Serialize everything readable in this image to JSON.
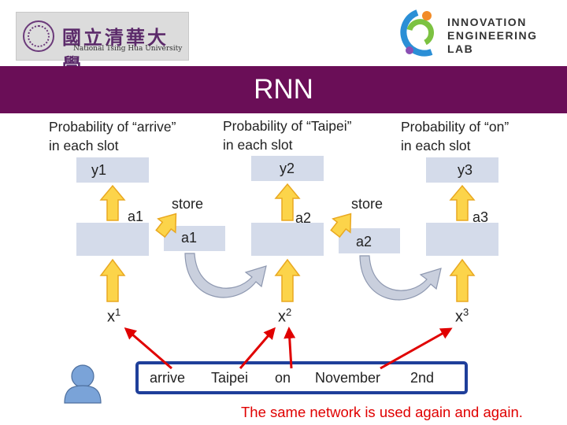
{
  "header": {
    "university_name_cn": "國立清華大學",
    "university_name_en": "National Tsing Hua University",
    "lab_name": [
      "INNOVATION",
      "ENGINEERING",
      "LAB"
    ],
    "title": "RNN"
  },
  "captions": {
    "slot1": [
      "Probability of “arrive”",
      "in each slot"
    ],
    "slot2": [
      "Probability of “Taipei”",
      "in each slot"
    ],
    "slot3": [
      "Probability of “on”",
      "in each slot"
    ]
  },
  "outputs": [
    "y1",
    "y2",
    "y3"
  ],
  "hidden": [
    "a1",
    "a2",
    "a3"
  ],
  "stored": [
    "a1",
    "a2"
  ],
  "store_label": "store",
  "inputs": [
    {
      "base": "x",
      "sup": "1"
    },
    {
      "base": "x",
      "sup": "2"
    },
    {
      "base": "x",
      "sup": "3"
    }
  ],
  "words": [
    "arrive",
    "Taipei",
    "on",
    "November",
    "2nd"
  ],
  "footer": "The same network is used again and again.",
  "colors": {
    "title_bar": "#6a0e57",
    "slot_fill": "#d4dbea",
    "arrow_fill": "#fcd44a",
    "arrow_stroke": "#e9a820",
    "curve_fill": "#c9cfdd",
    "red": "#e00000",
    "person": "#7aa3d8",
    "word_box": "#1f3f9a"
  }
}
